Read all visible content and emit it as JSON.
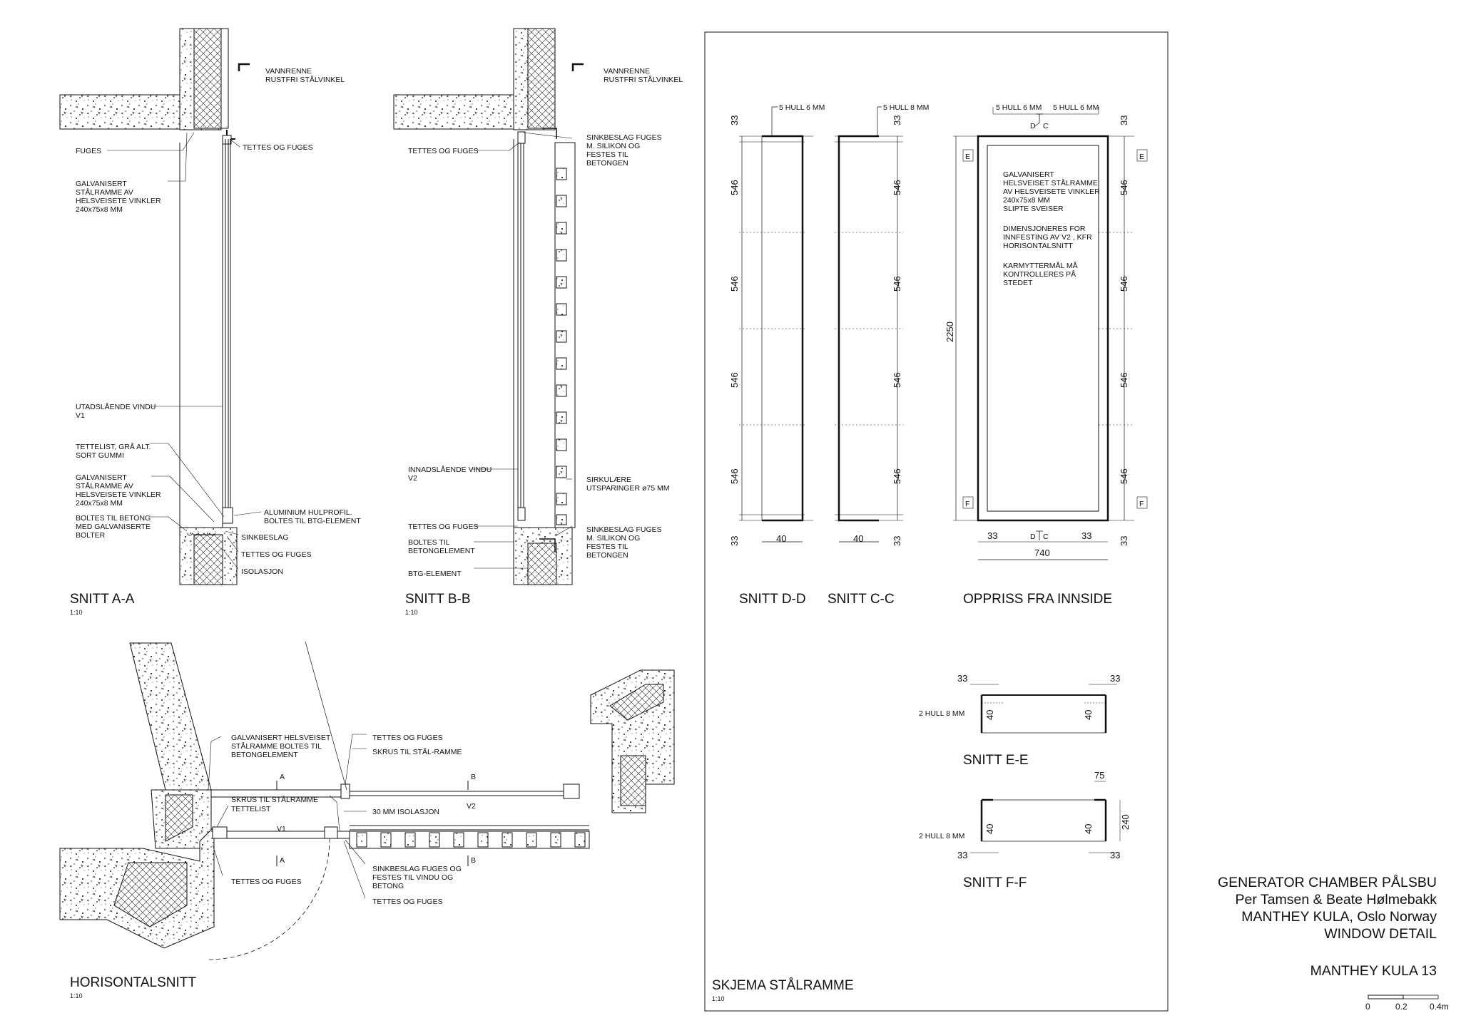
{
  "patterns": {
    "concrete": "concrete-fill",
    "insulation": "crosshatch-insulation"
  },
  "colors": {
    "line": "#111111",
    "paper": "#ffffff",
    "fill_light": "#f2f2f2"
  },
  "snitt_aa": {
    "title": "SNITT A-A",
    "scale": "1:10",
    "vannrenne": "VANNRENNE",
    "rustfri": "RUSTFRI STÅLVINKEL",
    "tettes_fuges_top": "TETTES OG FUGES",
    "fuges": "FUGES",
    "galv_1": "GALVANISERT",
    "galv_2": "STÅLRAMME AV",
    "galv_3": "HELSVEISETE VINKLER",
    "galv_4": "240x75x8 MM",
    "utad_1": "UTADSLÅENDE VINDU",
    "utad_2": "V1",
    "tettelist_1": "TETTELIST, GRÅ ALT.",
    "tettelist_2": "SORT GUMMI",
    "galvb_1": "GALVANISERT",
    "galvb_2": "STÅLRAMME AV",
    "galvb_3": "HELSVEISETE VINKLER",
    "galvb_4": "240x75x8 MM",
    "bolt_1": "BOLTES TIL BETONG",
    "bolt_2": "MED GALVANISERTE",
    "bolt_3": "BOLTER",
    "alu_1": "ALUMINIUM HULPROFIL.",
    "alu_2": "BOLTES TIL BTG-ELEMENT",
    "sinkbeslag": "SINKBESLAG",
    "tettes_fuges_bot": "TETTES OG FUGES",
    "isolasjon": "ISOLASJON"
  },
  "snitt_bb": {
    "title": "SNITT B-B",
    "scale": "1:10",
    "vannrenne": "VANNRENNE",
    "rustfri": "RUSTFRI STÅLVINKEL",
    "tettes_fuges_top": "TETTES OG FUGES",
    "sink_top_1": "SINKBESLAG FUGES",
    "sink_top_2": "M. SILIKON OG",
    "sink_top_3": "FESTES TIL",
    "sink_top_4": "BETONGEN",
    "innad_1": "INNADSLÅENDE VINDU",
    "innad_2": "V2",
    "sirk_1": "SIRKULÆRE",
    "sirk_2": "UTSPARINGER ø75 MM",
    "tettes_fuges_bot": "TETTES OG FUGES",
    "boltes_1": "BOLTES TIL",
    "boltes_2": "BETONGELEMENT",
    "btg": "BTG-ELEMENT",
    "sink_bot_1": "SINKBESLAG FUGES",
    "sink_bot_2": "M. SILIKON OG",
    "sink_bot_3": "FESTES TIL",
    "sink_bot_4": "BETONGEN"
  },
  "horisontal": {
    "title": "HORISONTALSNITT",
    "scale": "1:10",
    "galv_1": "GALVANISERT HELSVEISET",
    "galv_2": "STÅLRAMME BOLTES TIL",
    "galv_3": "BETONGELEMENT",
    "skrus_1": "SKRUS TIL STÅLRAMME",
    "tettelist": "TETTELIST",
    "v1": "V1",
    "v2": "V2",
    "tettes_l": "TETTES OG FUGES",
    "tettes_r_top": "TETTES OG FUGES",
    "skrus_2": "SKRUS TIL STÅL-RAMME",
    "iso30": "30 MM ISOLASJON",
    "sink_1": "SINKBESLAG FUGES OG",
    "sink_2": "FESTES TIL VINDU OG",
    "sink_3": "BETONG",
    "tettes_r_bot": "TETTES OG FUGES",
    "mark_a": "A",
    "mark_b": "B"
  },
  "skjema": {
    "title": "SKJEMA STÅLRAMME",
    "scale": "1:10",
    "dd": {
      "title": "SNITT D-D",
      "hole": "5 HULL 6 MM",
      "d33": "33",
      "d546": "546",
      "d40": "40"
    },
    "cc": {
      "title": "SNITT C-C",
      "hole": "5 HULL 8 MM",
      "d33": "33",
      "d546": "546",
      "d40": "40"
    },
    "oppriss": {
      "title": "OPPRISS FRA INNSIDE",
      "hole_l": "5 HULL 6 MM",
      "hole_r": "5 HULL 6 MM",
      "n1": "GALVANISERT",
      "n2": "HELSVEISET STÅLRAMME",
      "n3": "AV HELSVEISETE VINKLER",
      "n4": "240x75x8 MM",
      "n5": "SLIPTE SVEISER",
      "n6": "DIMENSJONERES FOR",
      "n7": "INNFESTING AV V2 , KFR",
      "n8": "HORISONTALSNITT",
      "n9": "KARMYTTERMÅL MÅ",
      "n10": "KONTROLLERES PÅ",
      "n11": "STEDET",
      "d2250": "2250",
      "d546": "546",
      "d33": "33",
      "d740": "740",
      "m_d": "D",
      "m_c": "C",
      "m_e": "E",
      "m_f": "F"
    },
    "ee": {
      "title": "SNITT E-E",
      "hole": "2 HULL 8 MM",
      "d33": "33",
      "d40": "40"
    },
    "ff": {
      "title": "SNITT F-F",
      "hole": "2 HULL 8 MM",
      "d33": "33",
      "d40": "40",
      "d75": "75",
      "d240": "240"
    }
  },
  "title_block": {
    "l1": "GENERATOR CHAMBER PÅLSBU",
    "l2": "Per Tamsen & Beate Hølmebakk",
    "l3": "MANTHEY KULA, Oslo Norway",
    "l4": "WINDOW DETAIL",
    "sheet": "MANTHEY KULA 13",
    "s0": "0",
    "s1": "0.2",
    "s2": "0.4m"
  }
}
